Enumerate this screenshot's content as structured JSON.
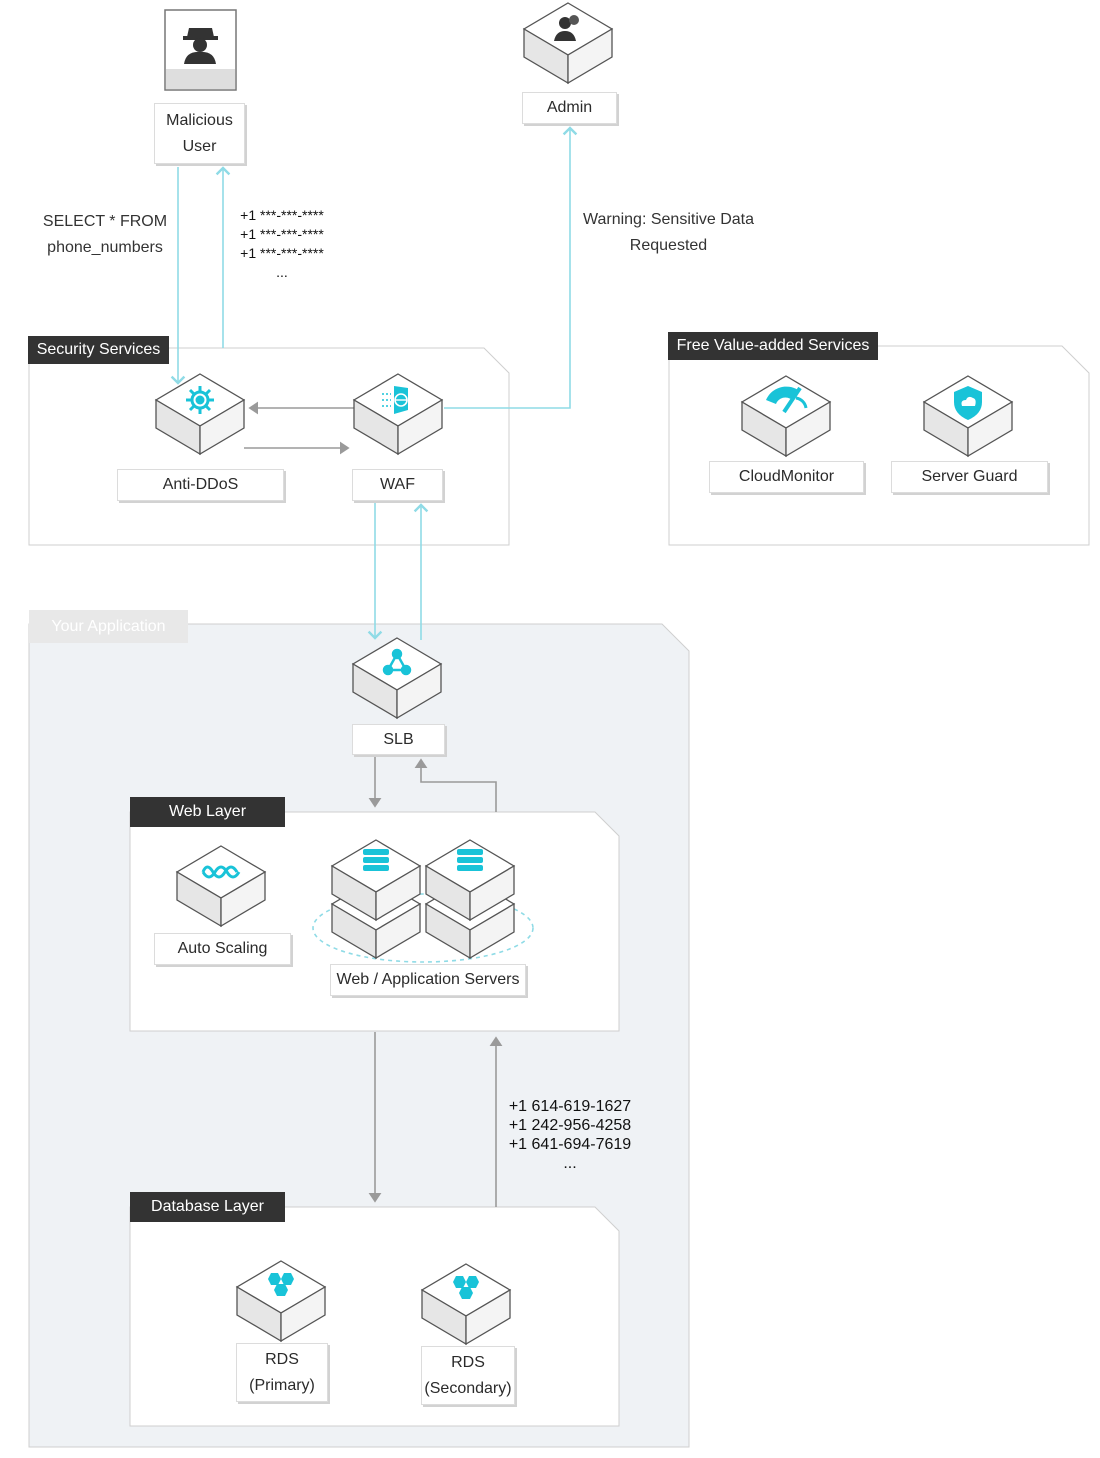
{
  "nodes": {
    "malicious_user": {
      "line1": "Malicious",
      "line2": "User"
    },
    "admin": {
      "label": "Admin"
    },
    "anti_ddos": {
      "label": "Anti-DDoS"
    },
    "waf": {
      "label": "WAF"
    },
    "cloudmonitor": {
      "label": "CloudMonitor"
    },
    "server_guard": {
      "label": "Server Guard"
    },
    "slb": {
      "label": "SLB"
    },
    "auto_scaling": {
      "label": "Auto Scaling"
    },
    "web_servers": {
      "label": "Web / Application Servers"
    },
    "rds_primary": {
      "line1": "RDS",
      "line2": "(Primary)"
    },
    "rds_secondary": {
      "line1": "RDS",
      "line2": "(Secondary)"
    }
  },
  "groups": {
    "security": "Security Services",
    "free_services": "Free Value-added Services",
    "application": "Your Application",
    "web_layer": "Web Layer",
    "database_layer": "Database Layer"
  },
  "annotations": {
    "query": {
      "line1": "SELECT * FROM",
      "line2": "phone_numbers"
    },
    "masked": [
      "+1 ***-***-****",
      "+1 ***-***-****",
      "+1 ***-***-****",
      "..."
    ],
    "warning": {
      "line1": "Warning: Sensitive Data",
      "line2": "Requested"
    },
    "leaked": [
      "+1 614-619-1627",
      "+1 242-956-4258",
      "+1 641-694-7619",
      "..."
    ]
  },
  "icons": {
    "malicious_user": "spy-icon",
    "admin": "admin-users-icon",
    "anti_ddos": "gear-shield-icon",
    "waf": "firewall-globe-icon",
    "cloudmonitor": "gauge-icon",
    "server_guard": "shield-cloud-icon",
    "slb": "load-balancer-icon",
    "auto_scaling": "infinity-icon",
    "web_servers": "server-stack-icon",
    "rds": "database-hexagon-icon"
  },
  "colors": {
    "accent": "#19c3d8",
    "flow": "#8fdbe6",
    "internal_flow": "#9a9a9a",
    "app_bg": "#eff2f5"
  }
}
